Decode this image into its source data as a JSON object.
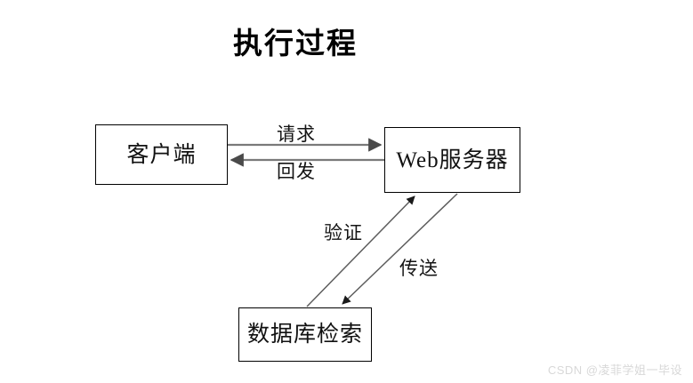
{
  "title": "执行过程",
  "watermark": "CSDN @凌菲学姐一毕设",
  "colors": {
    "background": "#ffffff",
    "stroke": "#000000",
    "arrow_gray": "#7a7a7a",
    "text": "#111111",
    "watermark": "#d8d8d8"
  },
  "nodes": [
    {
      "id": "client",
      "label": "客户端"
    },
    {
      "id": "webserver",
      "label": "Web服务器"
    },
    {
      "id": "database",
      "label": "数据库检索"
    }
  ],
  "edges": [
    {
      "id": "request",
      "label": "请求",
      "from": "client",
      "to": "webserver"
    },
    {
      "id": "postback",
      "label": "回发",
      "from": "webserver",
      "to": "client"
    },
    {
      "id": "verify",
      "label": "验证",
      "from": "database",
      "to": "webserver"
    },
    {
      "id": "transmit",
      "label": "传送",
      "from": "webserver",
      "to": "database"
    }
  ]
}
